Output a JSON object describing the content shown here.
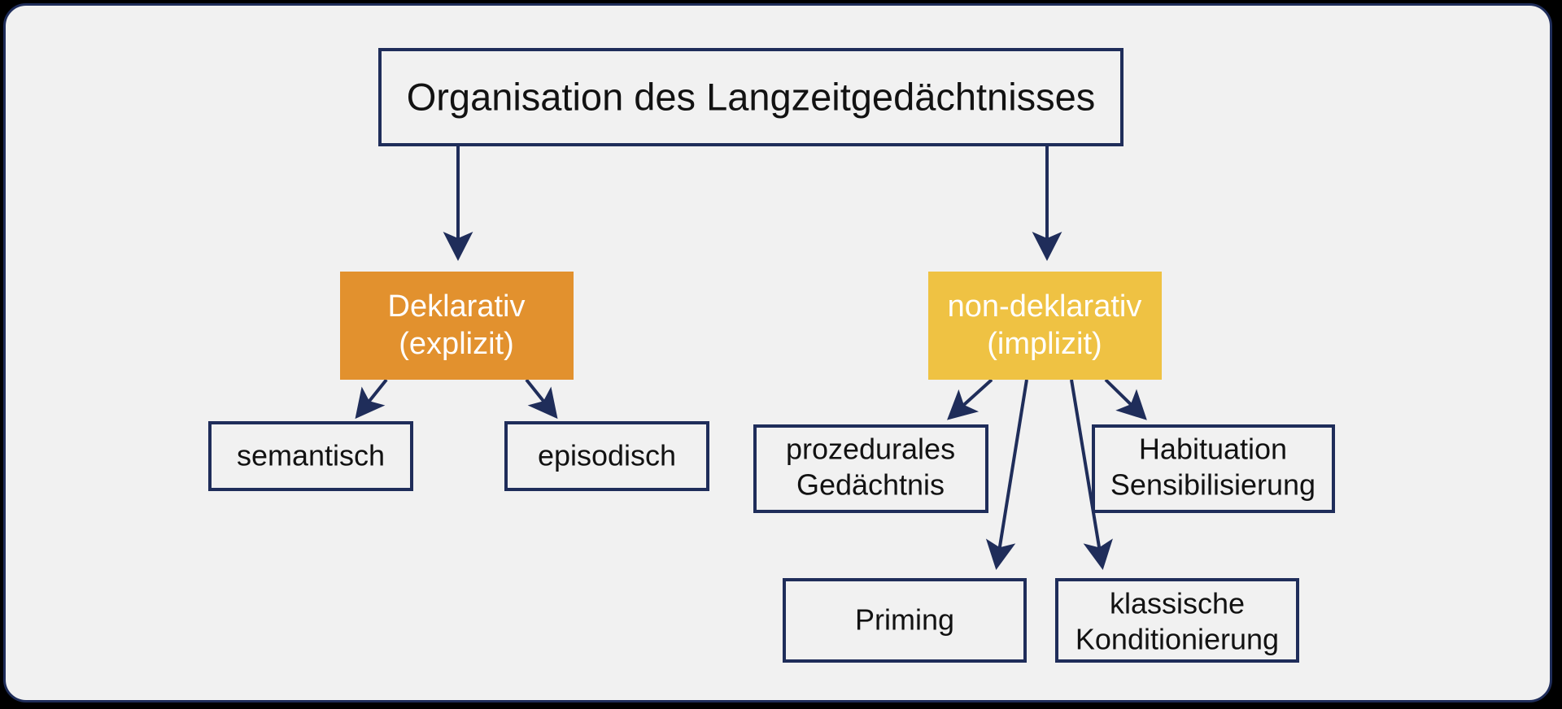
{
  "diagram": {
    "title": "Organisation des Langzeitgedächtnisses",
    "background_color": "#f1f1f1",
    "frame_border_color": "#1f2d5a",
    "outside_color": "#000000",
    "edge_color": "#1f2d5a",
    "nodes": {
      "root": {
        "label": "Organisation des Langzeitgedächtnisses",
        "fill": "#f1f1f1",
        "border": "#1f2d5a",
        "text_color": "#121212"
      },
      "declarative": {
        "line1": "Deklarativ",
        "line2": "(explizit)",
        "fill": "#e2912e",
        "text_color": "#ffffff"
      },
      "nondeclarative": {
        "line1": "non-deklarativ",
        "line2": "(implizit)",
        "fill": "#efc243",
        "text_color": "#ffffff"
      },
      "semantic": {
        "line1": "semantisch",
        "fill": "#f1f1f1",
        "border": "#1f2d5a",
        "text_color": "#121212"
      },
      "episodic": {
        "line1": "episodisch",
        "fill": "#f1f1f1",
        "border": "#1f2d5a",
        "text_color": "#121212"
      },
      "procedural": {
        "line1": "prozedurales",
        "line2": "Gedächtnis",
        "fill": "#f1f1f1",
        "border": "#1f2d5a",
        "text_color": "#121212"
      },
      "habituation": {
        "line1": "Habituation",
        "line2": "Sensibilisierung",
        "fill": "#f1f1f1",
        "border": "#1f2d5a",
        "text_color": "#121212"
      },
      "priming": {
        "line1": "Priming",
        "fill": "#f1f1f1",
        "border": "#1f2d5a",
        "text_color": "#121212"
      },
      "conditioning": {
        "line1": "klassische",
        "line2": "Konditionierung",
        "fill": "#f1f1f1",
        "border": "#1f2d5a",
        "text_color": "#121212"
      }
    },
    "edges": [
      {
        "from": "root",
        "to": "declarative"
      },
      {
        "from": "root",
        "to": "nondeclarative"
      },
      {
        "from": "declarative",
        "to": "semantic"
      },
      {
        "from": "declarative",
        "to": "episodic"
      },
      {
        "from": "nondeclarative",
        "to": "procedural"
      },
      {
        "from": "nondeclarative",
        "to": "habituation"
      },
      {
        "from": "nondeclarative",
        "to": "priming"
      },
      {
        "from": "nondeclarative",
        "to": "conditioning"
      }
    ]
  }
}
